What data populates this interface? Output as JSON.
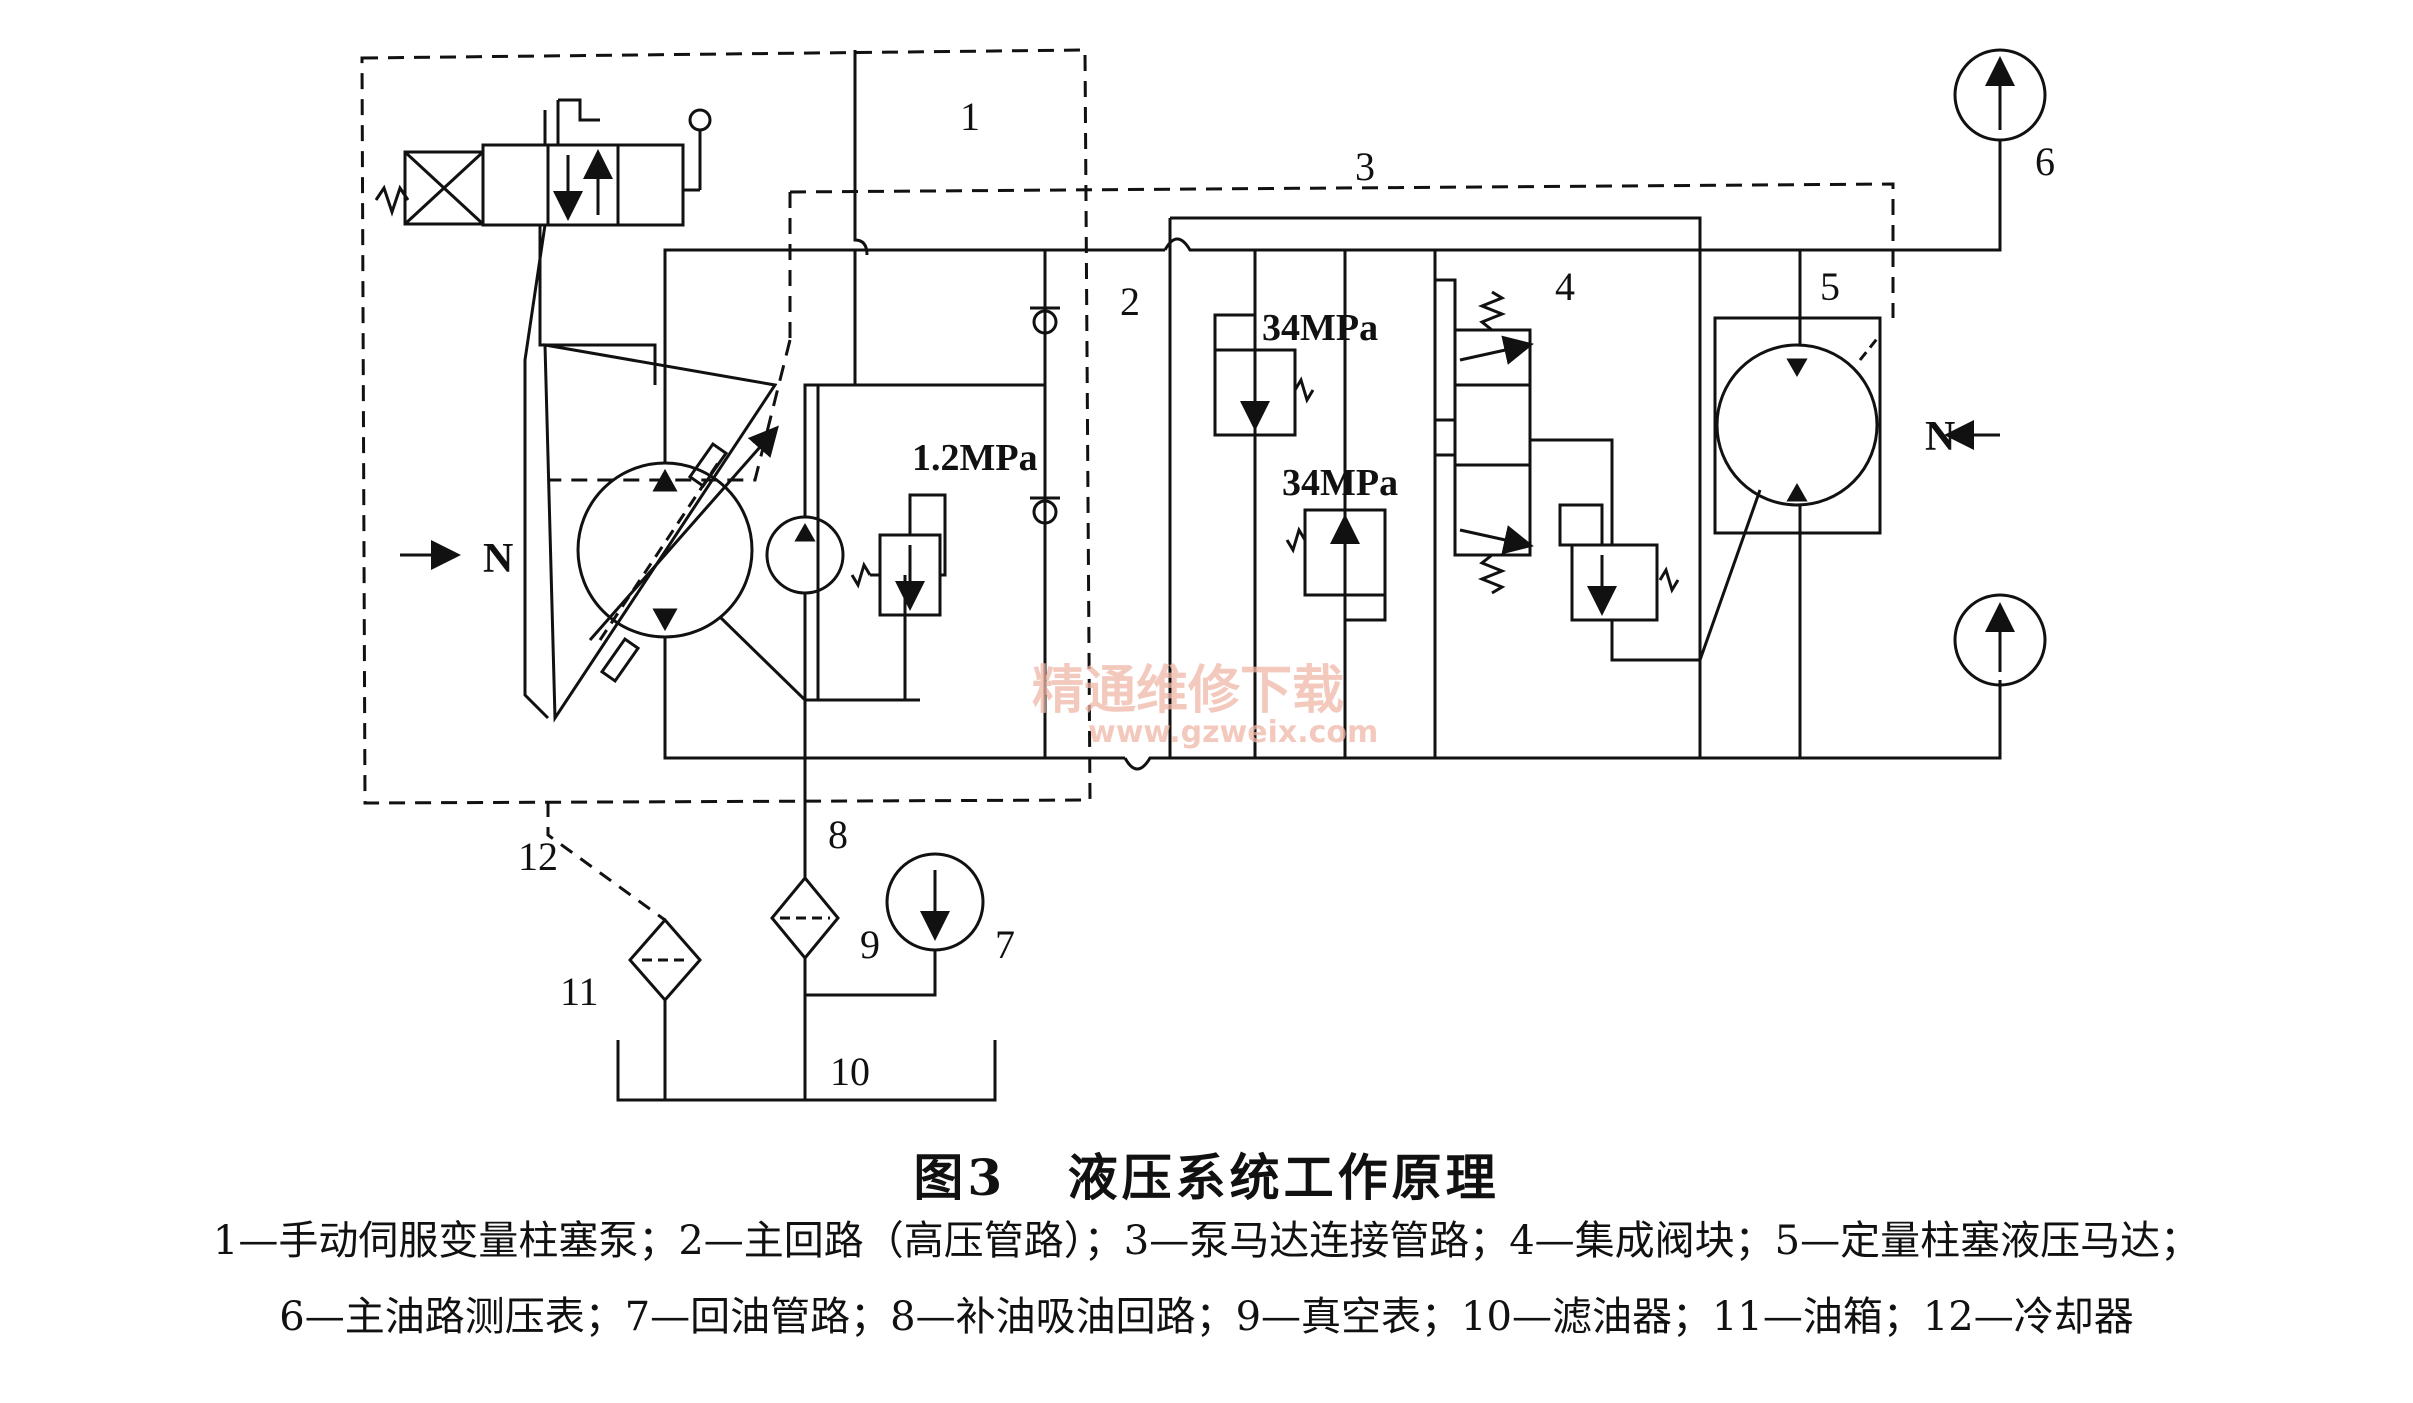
{
  "figure": {
    "number": "图3",
    "title": "液压系统工作原理"
  },
  "legend": {
    "line1": "1—手动伺服变量柱塞泵；2—主回路（高压管路）；3—泵马达连接管路；4—集成阀块；5—定量柱塞液压马达；",
    "line2": "6—主油路测压表；7—回油管路；8—补油吸油回路；9—真空表；10—滤油器；11—油箱；12—冷却器"
  },
  "labels": {
    "n1": "1",
    "n2": "2",
    "n3": "3",
    "n4": "4",
    "n5": "5",
    "n6": "6",
    "n7": "7",
    "n8": "8",
    "n9": "9",
    "n10": "10",
    "n11": "11",
    "n12": "12",
    "p_charge": "1.2MPa",
    "p_relief_a": "34MPa",
    "p_relief_b": "34MPa",
    "shaft_left": "N",
    "shaft_right": "N"
  },
  "watermark": {
    "text": "精通维修下载",
    "url": "www.gzweix.com"
  }
}
